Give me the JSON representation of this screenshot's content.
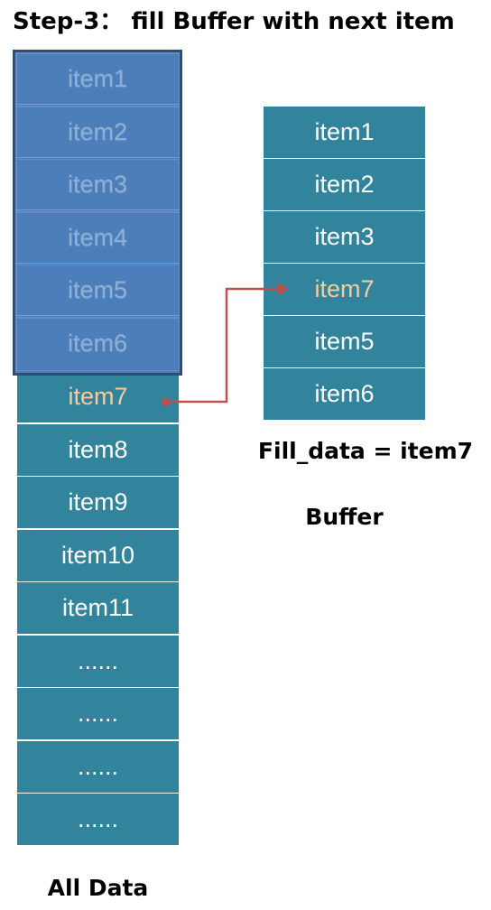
{
  "title": "Step-3： fill Buffer with next item",
  "all_data": {
    "label": "All Data",
    "items": [
      "item1",
      "item2",
      "item3",
      "item4",
      "item5",
      "item6",
      "item7",
      "item8",
      "item9",
      "item10",
      "item11",
      "......",
      "......",
      "......",
      "......"
    ]
  },
  "buffer": {
    "label": "Buffer",
    "fill_label": "Fill_data = item7",
    "items": [
      "item1",
      "item2",
      "item3",
      "item7",
      "item5",
      "item6"
    ]
  },
  "colors": {
    "cell_fill": "#31849b",
    "overlay_fill": "#4f81bd",
    "highlight_text": "#f9cb9c",
    "arrow": "#c0504d"
  }
}
